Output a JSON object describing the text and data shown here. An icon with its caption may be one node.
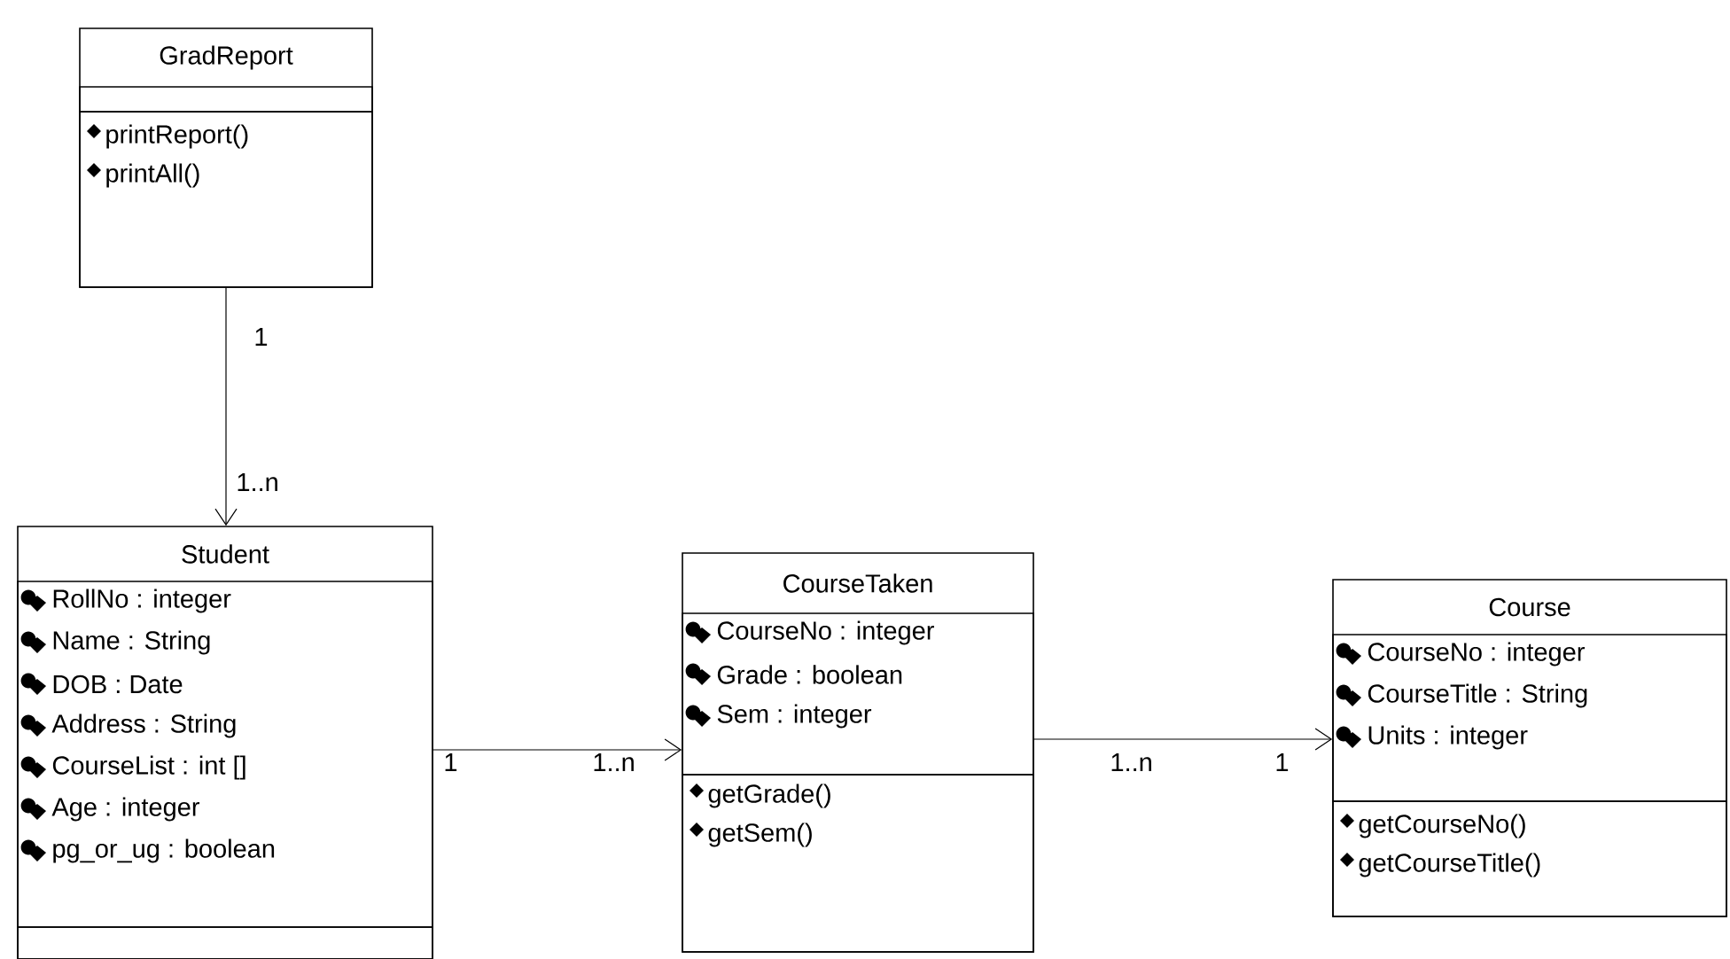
{
  "diagram": {
    "nodes": [
      {
        "text": [
          "GradReport"
        ]
      },
      {
        "text": [],
        "shape": "box",
        "in": 0
      },
      {
        "text": [
          "printReport()",
          "printAll()"
        ],
        "in": 0
      },
      {
        "text": [
          "Student"
        ]
      },
      {
        "text": [
          "RollNo : integer",
          "Name : String",
          "DOB : Date",
          "Address : String",
          "CourseList : int []",
          "Age : integer",
          "pg_or_ug : boolean"
        ],
        "in": 3
      },
      {
        "text": [],
        "shape": "box",
        "in": 3
      },
      {
        "text": [
          "CourseTaken"
        ]
      },
      {
        "text": [
          "CourseNo : integer",
          "Grade : boolean",
          "Sem : integer"
        ],
        "in": 6
      },
      {
        "text": [
          "getGrade()",
          "getSem()"
        ],
        "in": 6
      },
      {
        "text": [
          "Course"
        ]
      },
      {
        "text": [
          "CourseNo : integer",
          "CourseTitle : String",
          "Units : integer"
        ],
        "in": 9
      },
      {
        "text": [
          "getCourseNo()",
          "getCourseTitle()"
        ],
        "in": 9
      }
    ],
    "edges": [
      {
        "from": 0,
        "to": 3,
        "arrow": "to"
      },
      {
        "from": 3,
        "to": 6,
        "arrow": "to"
      },
      {
        "from": 6,
        "to": 9,
        "arrow": "to"
      }
    ],
    "labels": [
      "1",
      "1..n",
      "1",
      "1..n",
      "1..n",
      "1"
    ]
  }
}
